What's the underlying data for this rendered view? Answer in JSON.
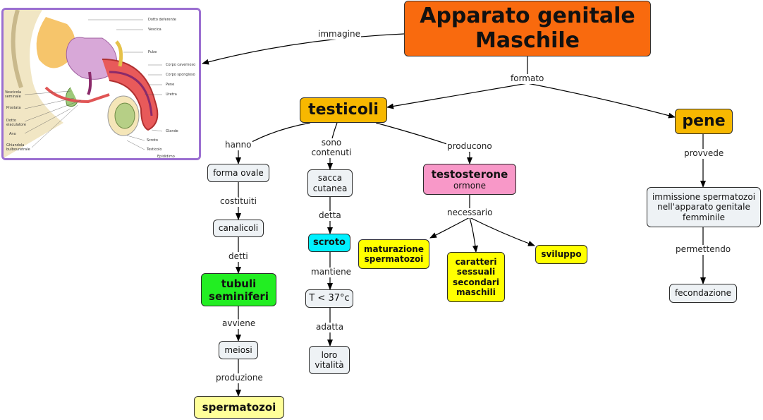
{
  "title": {
    "line1": "Apparato genitale",
    "line2": "Maschile"
  },
  "image_panel": {
    "labels_right": [
      "Dotto deferente",
      "Vescica",
      "Pube",
      "Corpo cavernoso",
      "Corpo spongioso",
      "Pene",
      "Uretra",
      "Glande",
      "Scroto",
      "Testicolo",
      "Epididimo"
    ],
    "labels_left": [
      "Vescicola seminale",
      "Prostata",
      "Dotto eiaculatore",
      "Ano",
      "Ghiandola bulbouretrale"
    ]
  },
  "nodes": {
    "testicoli": "testicoli",
    "pene": "pene",
    "forma_ovale": "forma ovale",
    "canalicoli": "canalicoli",
    "tubuli": "tubuli seminiferi",
    "meiosi": "meiosi",
    "spermatozoi": "spermatozoi",
    "sacca": "sacca cutanea",
    "scroto": "scroto",
    "temp": "T < 37°c",
    "vitalita": "loro vitalità",
    "testosterone": "testosterone",
    "ormone": "ormone",
    "maturazione": "maturazione spermatozoi",
    "caratteri": "caratteri sessuali secondari maschili",
    "sviluppo": "sviluppo",
    "immissione": "immissione spermatozoi nell'apparato genitale femminile",
    "fecondazione": "fecondazione"
  },
  "links": {
    "immagine": "immagine",
    "formato": "formato",
    "hanno": "hanno",
    "sono_contenuti": "sono contenuti",
    "producono": "producono",
    "provvede": "provvede",
    "costituiti": "costituiti",
    "detti": "detti",
    "avviene": "avviene",
    "produzione": "produzione",
    "detta": "detta",
    "mantiene": "mantiene",
    "adatta": "adatta",
    "necessario": "necessario",
    "permettendo": "permettendo"
  },
  "colors": {
    "title": "#f96a0e",
    "gold": "#f7b800",
    "yellow": "#ffff00",
    "green": "#22ee22",
    "cyan": "#00f0ff",
    "pink": "#f898c8",
    "pale_yellow": "#ffff99",
    "plain": "#eef2f5",
    "frame": "#9b6fd1"
  }
}
